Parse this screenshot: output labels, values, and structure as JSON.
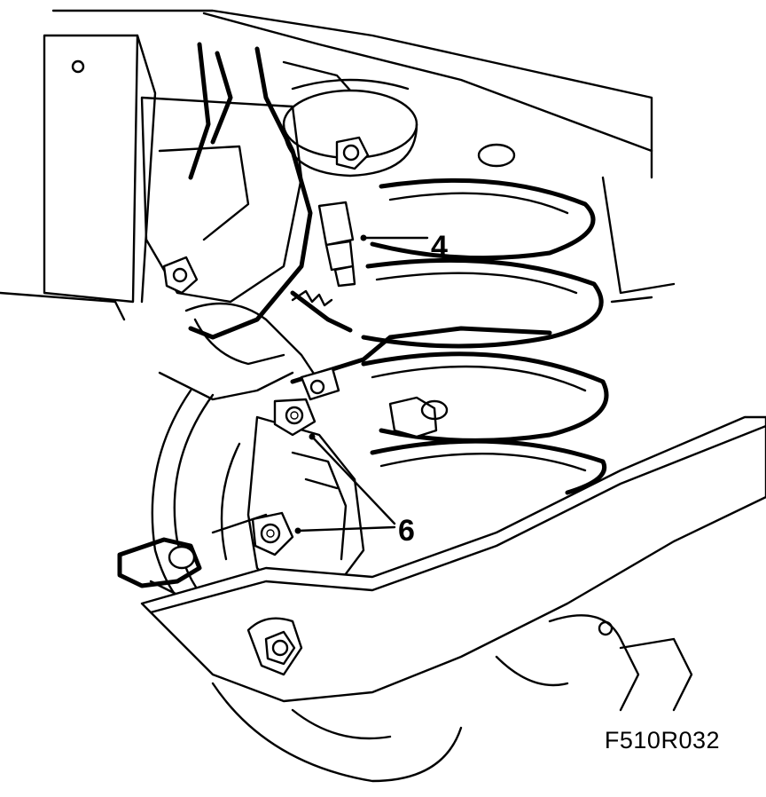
{
  "callouts": [
    {
      "label": "4",
      "target": "sensor-connector"
    },
    {
      "label": "6",
      "target": "caliper-bolts"
    }
  ],
  "figure_code": "F510R032"
}
